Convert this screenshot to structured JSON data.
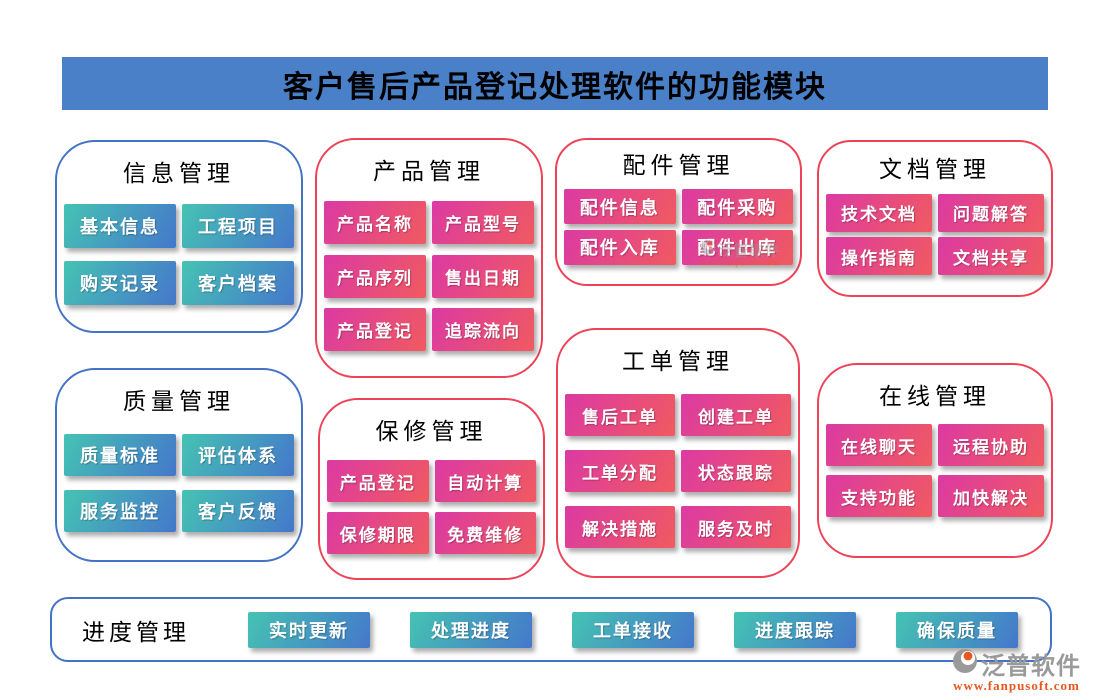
{
  "banner": {
    "title": "客户售后产品登记处理软件的功能模块"
  },
  "modules": [
    {
      "id": "info",
      "title": "信息管理",
      "accent": "blue",
      "buttons": [
        "基本信息",
        "工程项目",
        "购买记录",
        "客户档案"
      ]
    },
    {
      "id": "product",
      "title": "产品管理",
      "accent": "pink",
      "buttons": [
        "产品名称",
        "产品型号",
        "产品序列",
        "售出日期",
        "产品登记",
        "追踪流向"
      ]
    },
    {
      "id": "parts",
      "title": "配件管理",
      "accent": "pink",
      "buttons": [
        "配件信息",
        "配件采购",
        "配件入库",
        "配件出库"
      ]
    },
    {
      "id": "docs",
      "title": "文档管理",
      "accent": "pink",
      "buttons": [
        "技术文档",
        "问题解答",
        "操作指南",
        "文档共享"
      ]
    },
    {
      "id": "quality",
      "title": "质量管理",
      "accent": "blue",
      "buttons": [
        "质量标准",
        "评估体系",
        "服务监控",
        "客户反馈"
      ]
    },
    {
      "id": "warranty",
      "title": "保修管理",
      "accent": "pink",
      "buttons": [
        "产品登记",
        "自动计算",
        "保修期限",
        "免费维修"
      ]
    },
    {
      "id": "workorder",
      "title": "工单管理",
      "accent": "pink",
      "buttons": [
        "售后工单",
        "创建工单",
        "工单分配",
        "状态跟踪",
        "解决措施",
        "服务及时"
      ]
    },
    {
      "id": "online",
      "title": "在线管理",
      "accent": "pink",
      "buttons": [
        "在线聊天",
        "远程协助",
        "支持功能",
        "加快解决"
      ]
    }
  ],
  "progress": {
    "title": "进度管理",
    "buttons": [
      "实时更新",
      "处理进度",
      "工单接收",
      "进度跟踪",
      "确保质量"
    ]
  },
  "logo": {
    "name": "泛普软件",
    "url": "www.fanpusoft.com"
  },
  "colors": {
    "banner_bg": "#4A80C8",
    "blue_border": "#4472C4",
    "red_border": "#EE4257",
    "teal_button_start": "#45C3B3",
    "teal_button_end": "#4577CB",
    "pink_button_start": "#DB3AA3",
    "pink_button_end": "#F15A60",
    "logo_gray": "#9A9A9A",
    "logo_orange": "#E8581E"
  }
}
